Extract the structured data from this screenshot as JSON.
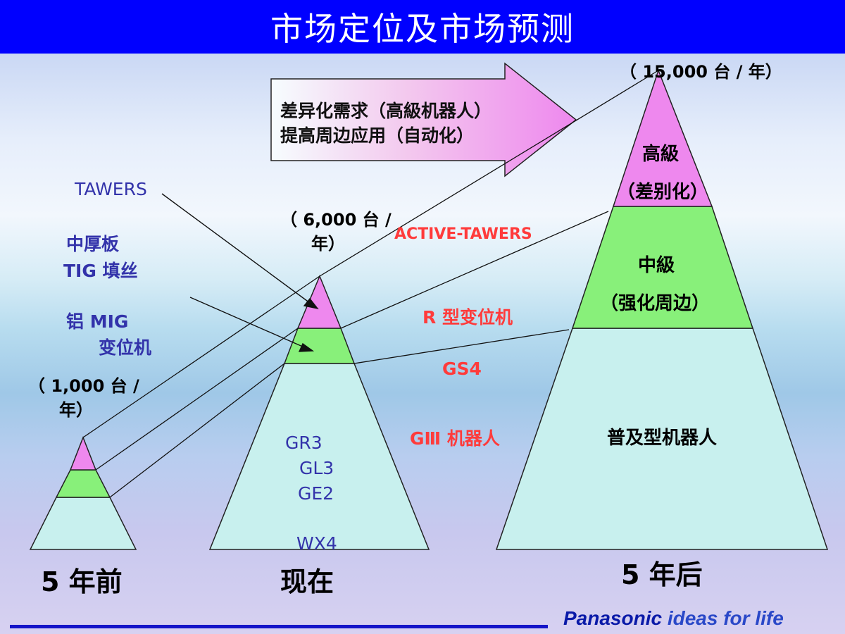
{
  "title": "市场定位及市场预测",
  "arrow": {
    "line1": "差异化需求（高級机器人）",
    "line2": "提高周边应用（自动化）"
  },
  "labels": {
    "tawers": "TAWERS",
    "thick_plate": "中厚板",
    "tig": "TIG 填丝",
    "al_mig": "铝 MIG",
    "positioner_left": "变位机",
    "vol_past": "（ 1,000 台 /",
    "vol_past_2": "年）",
    "vol_now": "（ 6,000 台 /",
    "vol_now_2": "年）",
    "vol_future": "（ 15,000 台 / 年）",
    "active_tawers": "ACTIVE-TAWERS",
    "r_positioner": "R 型变位机",
    "gs4": "GS4",
    "g3_robot": "GⅢ 机器人",
    "high": "高級",
    "high_sub": "（差别化）",
    "mid": "中級",
    "mid_sub": "（强化周边）",
    "popular": "普及型机器人",
    "models": [
      "GR3",
      "GL3",
      "GE2",
      "WX4"
    ],
    "past": "5 年前",
    "now": "现在",
    "future": "5 年后"
  },
  "colors": {
    "top": "#ee88ee",
    "middle": "#88f07a",
    "base": "#c8f0ee",
    "title_bar": "#0000ff"
  },
  "brand": {
    "name": "Panasonic",
    "slogan": "ideas for life"
  }
}
